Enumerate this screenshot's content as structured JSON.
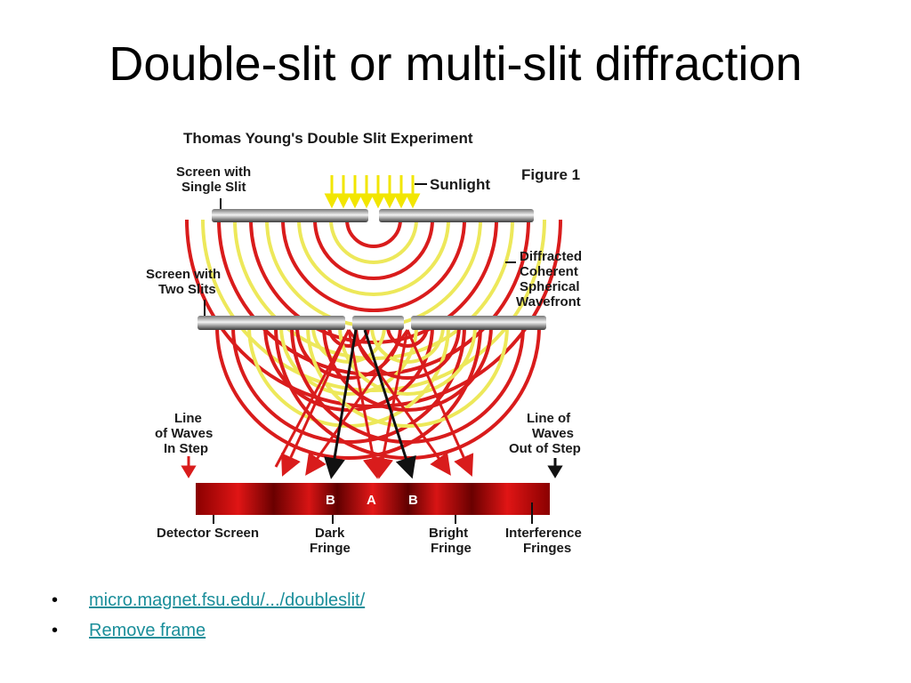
{
  "slide": {
    "title": "Double-slit or multi-slit diffraction"
  },
  "diagram": {
    "heading": "Thomas Young's Double Slit Experiment",
    "figure_label": "Figure 1",
    "screen_single_line1": "Screen with",
    "screen_single_line2": "Single Slit",
    "sunlight": "Sunlight",
    "diffracted_line1": "Diffracted",
    "diffracted_line2": "Coherent",
    "diffracted_line3": "Spherical",
    "diffracted_line4": "Wavefront",
    "screen_two_line1": "Screen with",
    "screen_two_line2": "Two Slits",
    "in_step_line1": "Line",
    "in_step_line2": "of Waves",
    "in_step_line3": "In Step",
    "out_step_line1": "Line of",
    "out_step_line2": "Waves",
    "out_step_line3": "Out of Step",
    "fringe_b_left": "B",
    "fringe_a": "A",
    "fringe_b_right": "B",
    "detector_screen": "Detector Screen",
    "dark_line1": "Dark",
    "dark_line2": "Fringe",
    "bright_line1": "Bright",
    "bright_line2": "Fringe",
    "interference_line1": "Interference",
    "interference_line2": "Fringes",
    "colors": {
      "red_wave": "#d91c1c",
      "yellow_wave": "#ede85a",
      "arrow_yellow": "#f2e600",
      "black_ray": "#111111"
    }
  },
  "links": [
    {
      "text": "micro.magnet.fsu.edu/.../doubleslit/"
    },
    {
      "text": "Remove frame "
    }
  ],
  "bullet_glyph": "•"
}
